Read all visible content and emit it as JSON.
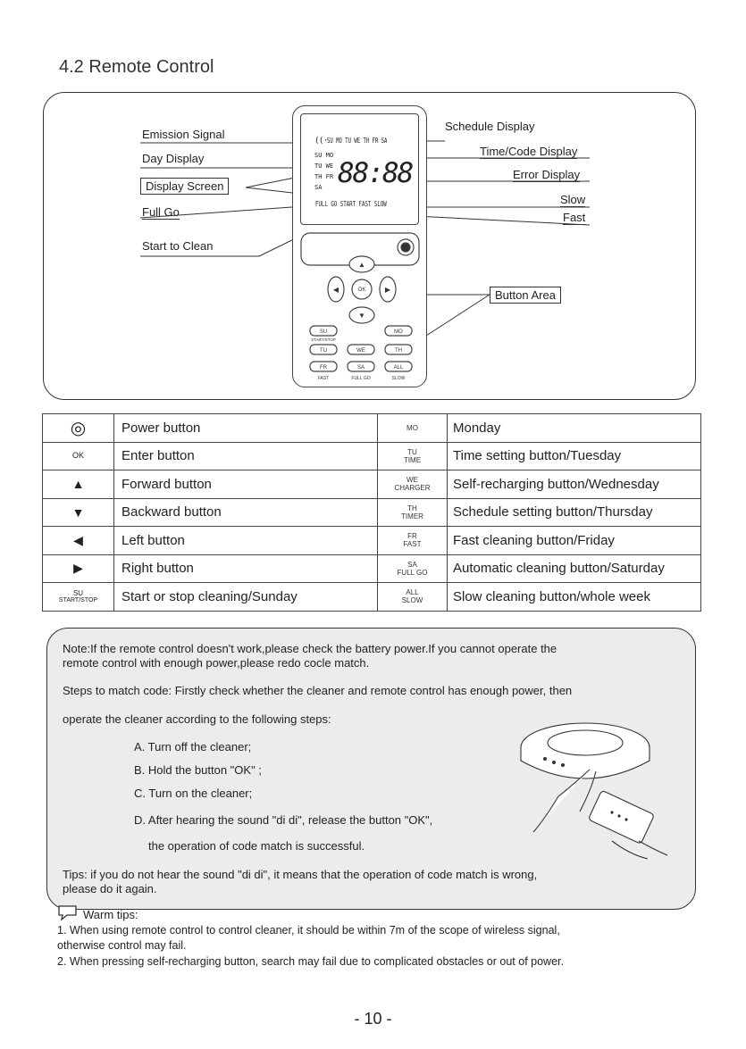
{
  "section_title": "4.2 Remote Control",
  "diagram": {
    "labels_left": {
      "emission_signal": "Emission Signal",
      "day_display": "Day Display",
      "display_screen": "Display Screen",
      "full_go": "Full Go",
      "start_to_clean": "Start to Clean"
    },
    "labels_right": {
      "schedule_display": "Schedule Display",
      "time_code_display": "Time/Code Display",
      "error_display": "Error Display",
      "slow": "Slow",
      "fast": "Fast",
      "button_area": "Button Area"
    },
    "lcd": {
      "days_row": "SU MO TU WE TH FR SA",
      "day_col1": "SU MO",
      "day_col2": "TU WE",
      "day_col3": "TH FR",
      "day_col4": "SA",
      "digits": "88:88",
      "status_row": "FULL GO START FAST SLOW"
    },
    "remote_keys": {
      "up": "▲",
      "down": "▼",
      "left": "◀",
      "right": "▶",
      "ok": "OK",
      "su": "SU",
      "mo": "MO",
      "tu": "TU",
      "we": "WE",
      "th": "TH",
      "fr": "FR",
      "sa": "SA",
      "all": "ALL",
      "start_stop": "START/STOP",
      "fast": "FAST",
      "full_go": "FULL GO",
      "slow": "SLOW"
    }
  },
  "button_table": {
    "rows": [
      {
        "icon": "◎",
        "desc": "Power button",
        "key": "MO",
        "key2": "",
        "func": "Monday"
      },
      {
        "icon": "OK",
        "desc": "Enter button",
        "key": "TU",
        "key2": "TIME",
        "func": "Time setting button/Tuesday"
      },
      {
        "icon": "▲",
        "desc": "Forward button",
        "key": "WE",
        "key2": "CHARGER",
        "func": "Self-recharging button/Wednesday"
      },
      {
        "icon": "▼",
        "desc": "Backward button",
        "key": "TH",
        "key2": "TIMER",
        "func": "Schedule setting button/Thursday"
      },
      {
        "icon": "◀",
        "desc": "Left button",
        "key": "FR",
        "key2": "FAST",
        "func": "Fast cleaning button/Friday"
      },
      {
        "icon": "▶",
        "desc": "Right button",
        "key": "SA",
        "key2": "FULL GO",
        "func": "Automatic cleaning button/Saturday"
      },
      {
        "icon": "SU",
        "icon2": "START/STOP",
        "desc": "Start or stop cleaning/Sunday",
        "key": "ALL",
        "key2": "SLOW",
        "func": "Slow cleaning button/whole week"
      }
    ]
  },
  "note": {
    "line1": "Note:If the remote control doesn't work,please check the battery power.If you cannot operate the",
    "line2": "remote control with enough power,please redo cocle match.",
    "steps_intro1": "Steps to match code: Firstly check whether the cleaner and remote control has enough power, then",
    "steps_intro2": "operate the cleaner according to the following steps:",
    "step_a": "A. Turn off the cleaner;",
    "step_b": "B.  Hold the button \"OK\"  ;",
    "step_c": "C. Turn on the cleaner;",
    "step_d1": "D. After hearing the sound \"di di\", release the button \"OK\",",
    "step_d2": "the operation of code match is successful.",
    "tips1": "Tips: if you do not hear the sound \"di di\", it means that the operation of code match is wrong,",
    "tips2": "please do it again."
  },
  "warm_tips": {
    "heading": "Warm tips:",
    "tip1a": "1. When using remote control to control cleaner, it should be within 7m of the scope of wireless signal,",
    "tip1b": "otherwise control may fail.",
    "tip2": "2. When pressing self-recharging button, search may fail due to complicated obstacles or out of power."
  },
  "page_number": "- 10 -"
}
